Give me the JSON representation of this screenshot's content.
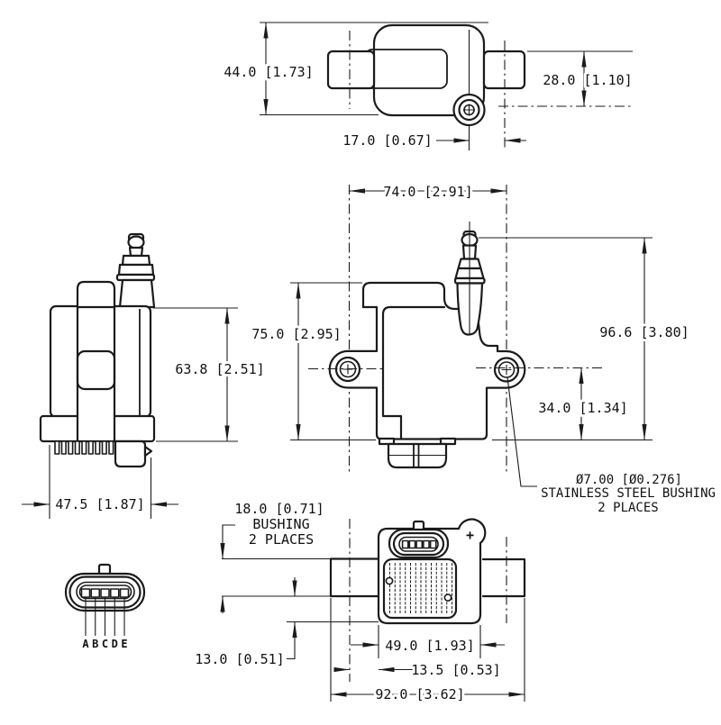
{
  "drawing": {
    "background_color": "#ffffff",
    "line_color": "#1b1b1b",
    "views": {
      "top_view": {
        "dim_overall_depth": "44.0 [1.73]",
        "dim_boss_depth": "28.0 [1.10]",
        "dim_bushing_offset": "17.0 [0.67]"
      },
      "side_view": {
        "dim_body_height": "63.8 [2.51]",
        "dim_overall_width": "47.5 [1.87]"
      },
      "front_view": {
        "dim_hole_spacing": "74.0 [2.91]",
        "dim_body_height": "75.0 [2.95]",
        "dim_overall_height": "96.6 [3.80]",
        "dim_hole_to_base": "34.0 [1.34]",
        "bushing_note_line1": "Ø7.00 [Ø0.276]",
        "bushing_note_line2": "STAINLESS STEEL BUSHING",
        "bushing_note_line3": "2 PLACES"
      },
      "bottom_view": {
        "bushing_callout_line1": "18.0 [0.71]",
        "bushing_callout_line2": "BUSHING",
        "bushing_callout_line3": "2 PLACES",
        "dim_depth_offset": "13.0 [0.51]",
        "dim_body_width": "49.0 [1.93]",
        "dim_hole_to_edge": "13.5 [0.53]",
        "dim_overall_width": "92.0 [3.62]",
        "polarity_mark": "+"
      },
      "connector_view": {
        "pin_labels": [
          "A",
          "B",
          "C",
          "D",
          "E"
        ]
      }
    }
  }
}
